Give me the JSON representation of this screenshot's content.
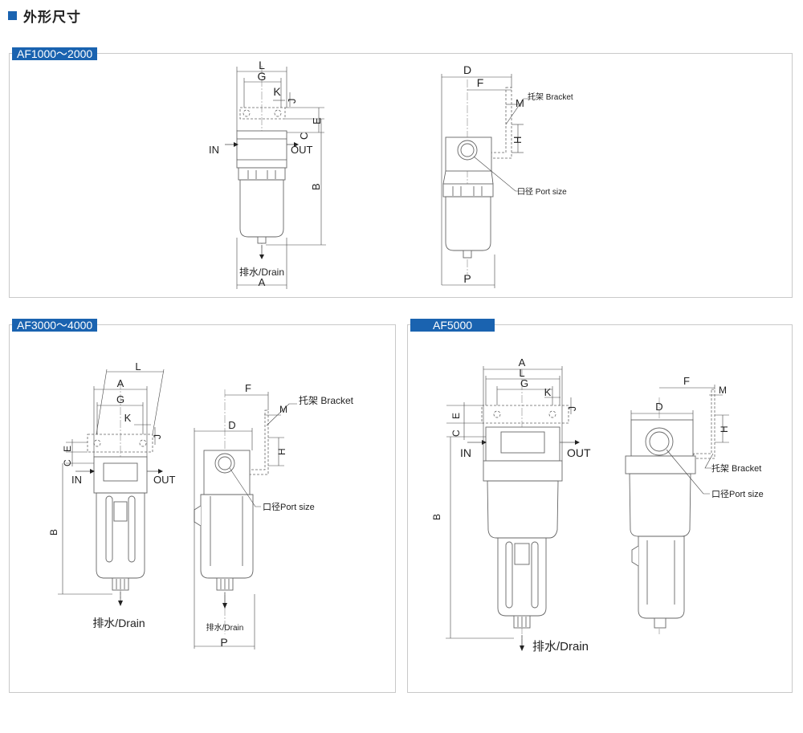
{
  "header": {
    "title": "外形尺寸",
    "accent_color": "#1a63b0"
  },
  "panels": {
    "af1000": {
      "tag": "AF1000～2000",
      "front": {
        "L": "L",
        "G": "G",
        "K": "K",
        "J": "J",
        "E": "E",
        "C": "C",
        "B": "B",
        "A": "A",
        "in": "IN",
        "out": "OUT",
        "drain": "排水/Drain"
      },
      "side": {
        "D": "D",
        "F": "F",
        "M": "M",
        "H": "H",
        "P": "P",
        "bracket": "托架 Bracket",
        "port": "口径 Port size"
      }
    },
    "af3000": {
      "tag": "AF3000～4000",
      "front": {
        "L": "L",
        "A": "A",
        "G": "G",
        "K": "K",
        "J": "J",
        "E": "E",
        "C": "C",
        "B": "B",
        "in": "IN",
        "out": "OUT",
        "drain": "排水/Drain"
      },
      "side": {
        "F": "F",
        "M": "M",
        "D": "D",
        "H": "H",
        "P": "P",
        "bracket": "托架 Bracket",
        "port": "口径Port size",
        "drain": "排水/Drain"
      }
    },
    "af5000": {
      "tag": "AF5000",
      "front": {
        "A": "A",
        "L": "L",
        "G": "G",
        "K": "K",
        "J": "J",
        "E": "E",
        "C": "C",
        "B": "B",
        "in": "IN",
        "out": "OUT",
        "drain": "排水/Drain"
      },
      "side": {
        "F": "F",
        "M": "M",
        "D": "D",
        "H": "H",
        "bracket": "托架 Bracket",
        "port": "口径Port size"
      }
    }
  }
}
